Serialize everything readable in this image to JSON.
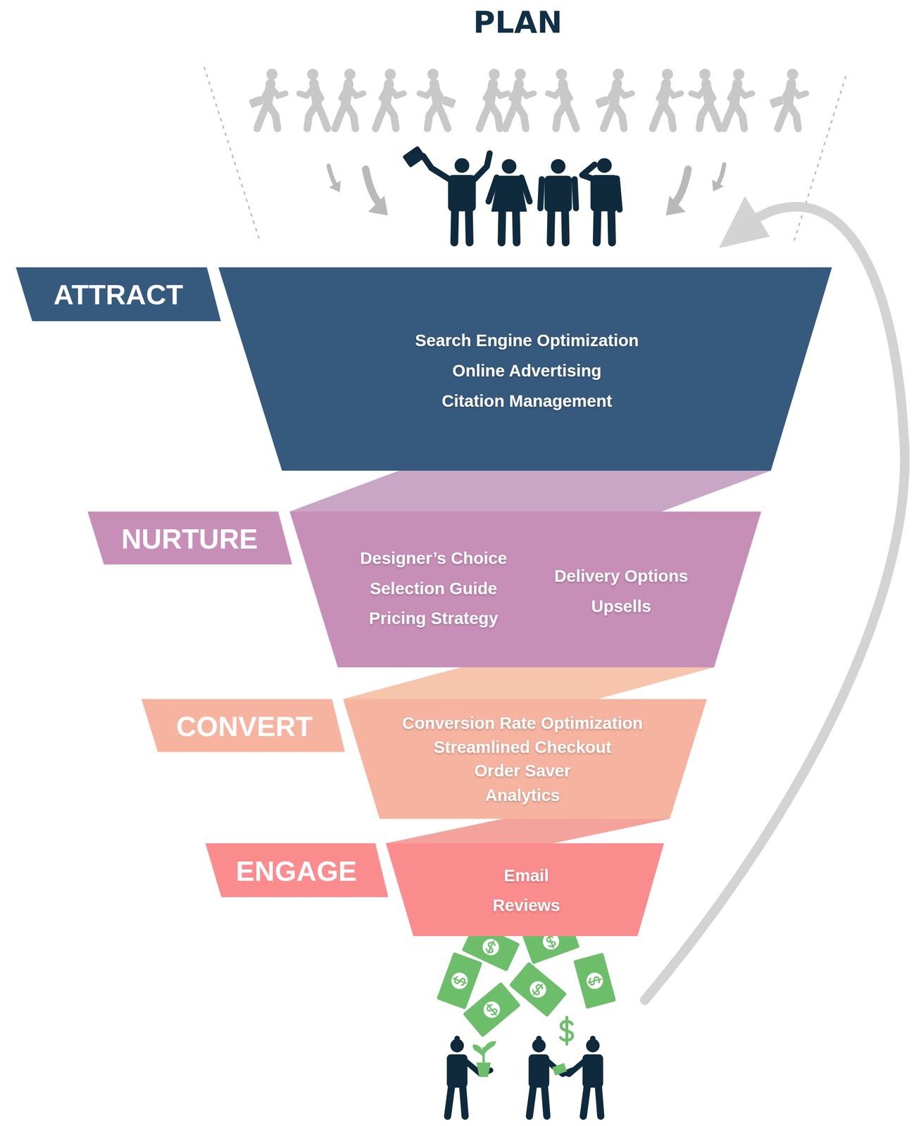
{
  "diagram": {
    "title": "PLAN",
    "nodes": [
      {
        "text": [
          "ATTRACT",
          "Search Engine Optimization",
          "Online Advertising",
          "Citation Management"
        ]
      },
      {
        "text": [
          "NURTURE",
          "Designer’s Choice",
          "Selection Guide",
          "Pricing Strategy",
          "Delivery Options",
          "Upsells"
        ]
      },
      {
        "text": [
          "CONVERT",
          "Conversion Rate Optimization",
          "Streamlined Checkout",
          "Order Saver",
          "Analytics"
        ]
      },
      {
        "text": [
          "ENGAGE",
          "Email",
          "Reviews"
        ]
      }
    ]
  }
}
